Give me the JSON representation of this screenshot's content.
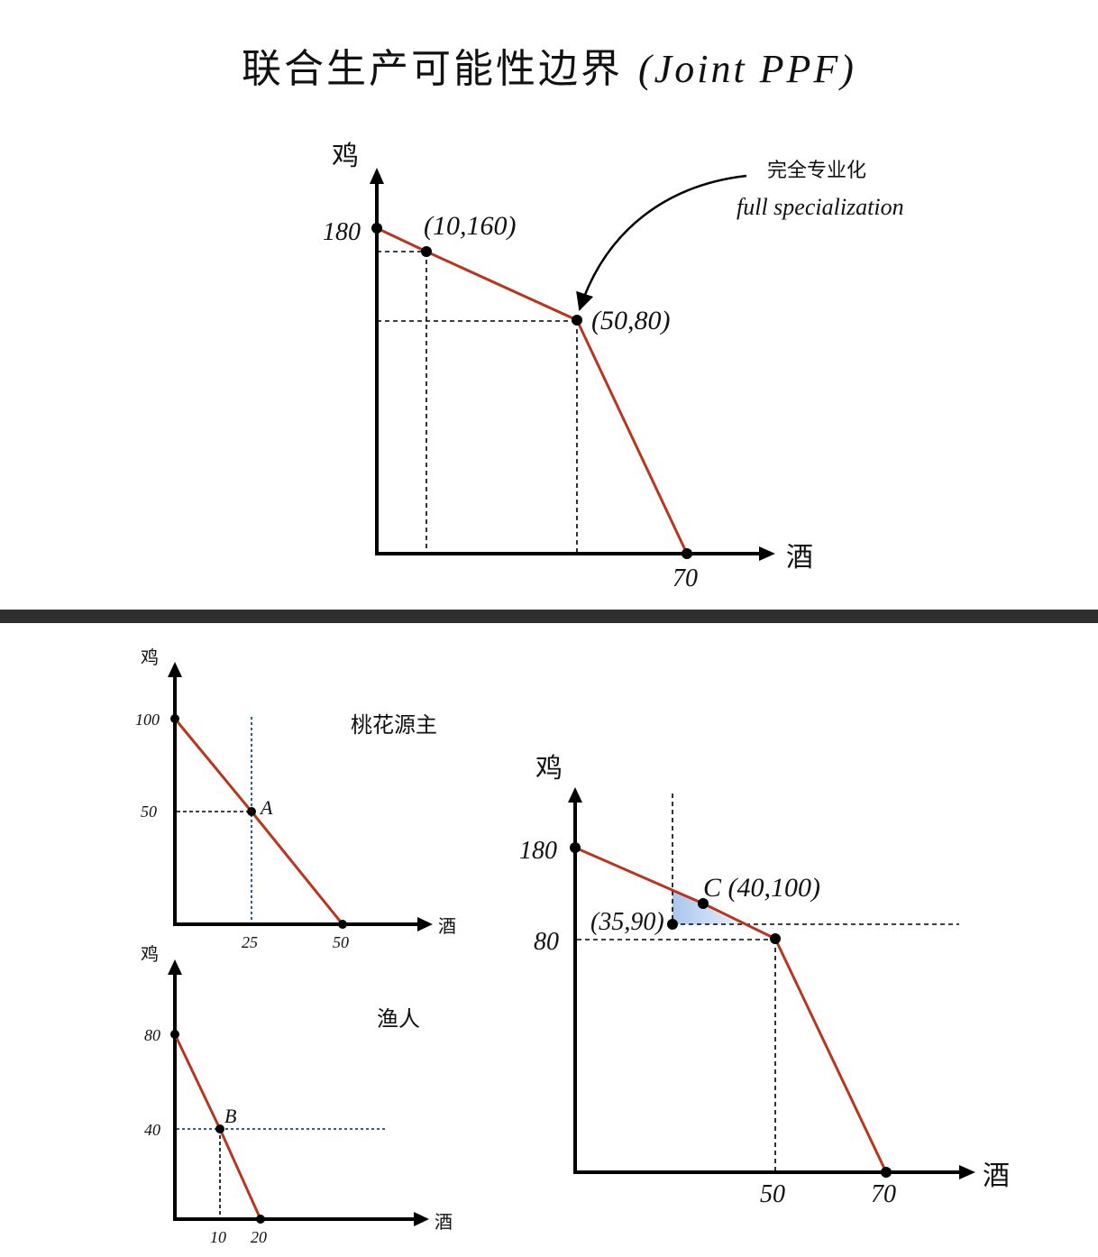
{
  "title": {
    "zh": "联合生产可能性边界",
    "en": "(Joint PPF)"
  },
  "colors": {
    "frontier": "#b8361f",
    "axis": "#000000",
    "dashed_blue": "#2d5aa8",
    "shade": "#c7dcf5",
    "divider": "#2f2f2f"
  },
  "top_chart": {
    "y_axis_label": "鸡",
    "x_axis_label": "酒",
    "y_tick": "180",
    "x_tick": "70",
    "point_1": "(10,160)",
    "point_2": "(50,80)",
    "annotation_zh": "完全专业化",
    "annotation_en": "full specialization"
  },
  "chart_a": {
    "name": "桃花源主",
    "y_axis_label": "鸡",
    "x_axis_label": "酒",
    "y_ticks": [
      "100",
      "50"
    ],
    "x_ticks": [
      "25",
      "50"
    ],
    "point_label": "A"
  },
  "chart_b": {
    "name": "渔人",
    "y_axis_label": "鸡",
    "x_axis_label": "酒",
    "y_ticks": [
      "80",
      "40"
    ],
    "x_ticks": [
      "10",
      "20"
    ],
    "point_label": "B"
  },
  "right_chart": {
    "y_axis_label": "鸡",
    "x_axis_label": "酒",
    "y_ticks": [
      "180",
      "80"
    ],
    "x_ticks": [
      "50",
      "70"
    ],
    "point_c": "C (40,100)",
    "point_d": "(35,90)"
  },
  "chart_data": [
    {
      "type": "line",
      "name": "top_joint_ppf",
      "x": [
        0,
        10,
        50,
        70
      ],
      "y": [
        180,
        160,
        80,
        0
      ]
    },
    {
      "type": "line",
      "name": "chart_a",
      "x": [
        0,
        25,
        50
      ],
      "y": [
        100,
        50,
        0
      ]
    },
    {
      "type": "line",
      "name": "chart_b",
      "x": [
        0,
        10,
        20
      ],
      "y": [
        80,
        40,
        0
      ]
    },
    {
      "type": "line",
      "name": "right_joint_ppf",
      "x": [
        0,
        40,
        50,
        70
      ],
      "y": [
        180,
        100,
        80,
        0
      ],
      "points": [
        {
          "x": 35,
          "y": 90
        },
        {
          "x": 40,
          "y": 100
        }
      ]
    }
  ]
}
